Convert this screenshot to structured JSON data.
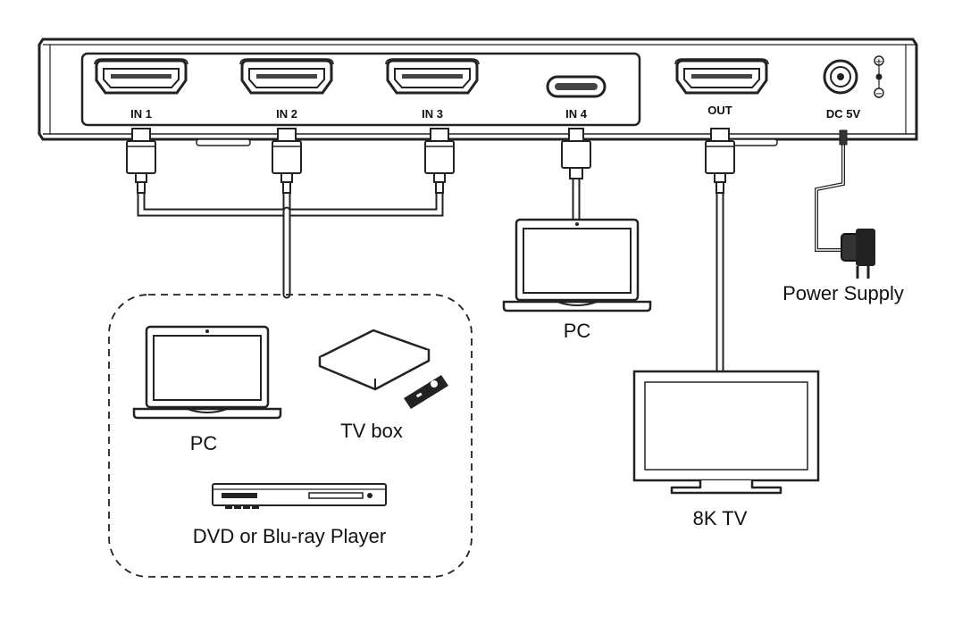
{
  "ports": {
    "in1": "IN 1",
    "in2": "IN 2",
    "in3": "IN 3",
    "in4": "IN 4",
    "out": "OUT",
    "dc": "DC 5V"
  },
  "polarity": {
    "plus": "+",
    "minus": "−"
  },
  "devices": {
    "power_supply": "Power Supply",
    "pc_usbc": "PC",
    "pc_group": "PC",
    "tv_box": "TV box",
    "dvd": "DVD or Blu-ray Player",
    "tv": "8K TV"
  },
  "colors": {
    "line": "#222222",
    "body": "#ffffff",
    "accent": "#3a3a3a"
  }
}
